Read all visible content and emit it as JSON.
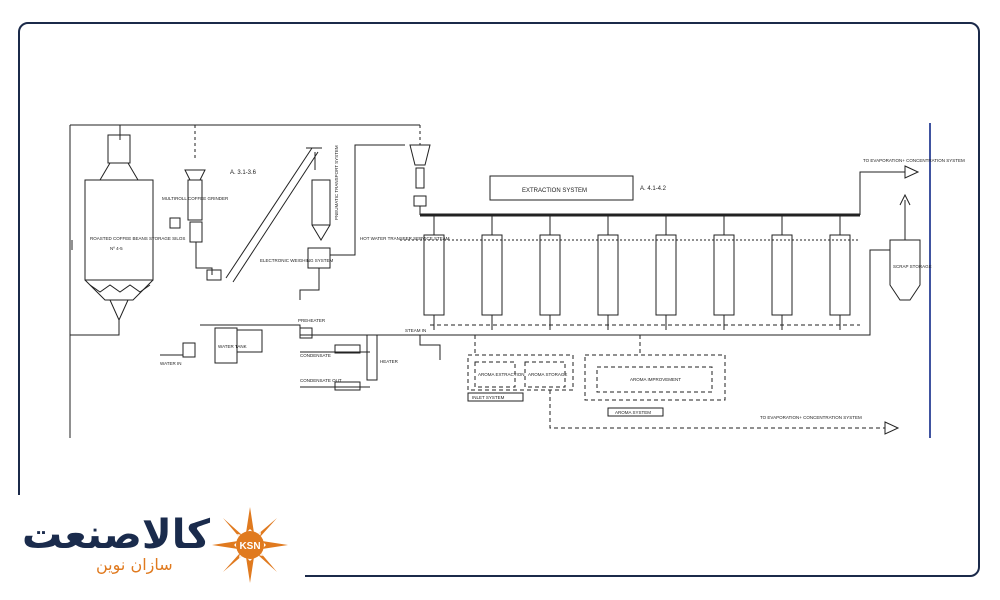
{
  "labels": {
    "silo": "ROASTED COFFEE BEANS STORAGE SILOS",
    "silo_ref": "Nº 4-5",
    "grinder": "MULTIROLL COFFEE GRINDER",
    "ref_a": "A. 3.1-3.6",
    "weigh": "ELECTRONIC WEIGHING SYSTEM",
    "vert_conveyor": "PNEUMATIC TRANSPORT SYSTEM",
    "hot_water": "HOT WATER TRANSFER SERVICE STEAM",
    "extraction": "EXTRACTION SYSTEM",
    "ref_b": "A. 4.1-4.2",
    "to_evap_top": "TO EVAPORATION+ CONCENTRATION SYSTEM",
    "to_evap_bottom": "TO EVAPORATION+ CONCENTRATION SYSTEM",
    "scrap": "SCRAP STORAGE",
    "steam": "STEAM IN",
    "water": "WATER IN",
    "preheater": "PREHEATER",
    "condensate": "CONDENSATE",
    "condensate2": "CONDENSATE OUT",
    "heater": "HEATER",
    "aroma_extraction": "AROMA EXTRACTION",
    "aroma_storage": "AROMA STORAGE",
    "aroma_improvement": "AROMA IMPROVEMENT",
    "aroma_system": "AROMA SYSTEM",
    "inlet_system": "INLET SYSTEM",
    "water_tank": "WATER TANK"
  },
  "logo": {
    "name_fa": "کالاصنعت",
    "sub_fa": "سازان نوین",
    "emblem": "KSN",
    "brand_blue": "#1a2b4c",
    "brand_orange": "#e07a1f"
  }
}
